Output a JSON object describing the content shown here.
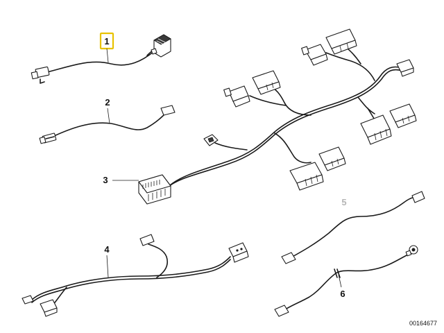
{
  "callouts": [
    {
      "id": "1",
      "label": "1",
      "highlighted": true,
      "highlight_color": "#e8c200"
    },
    {
      "id": "2",
      "label": "2",
      "highlighted": false
    },
    {
      "id": "3",
      "label": "3",
      "highlighted": false
    },
    {
      "id": "4",
      "label": "4",
      "highlighted": false
    },
    {
      "id": "5",
      "label": "5",
      "highlighted": false,
      "color": "#b5b5b5"
    },
    {
      "id": "6",
      "label": "6",
      "highlighted": false
    }
  ],
  "image_id": "00164677",
  "colors": {
    "line": "#1a1a1a",
    "background": "#ffffff",
    "highlight": "#e8c200",
    "faded_label": "#b5b5b5"
  }
}
